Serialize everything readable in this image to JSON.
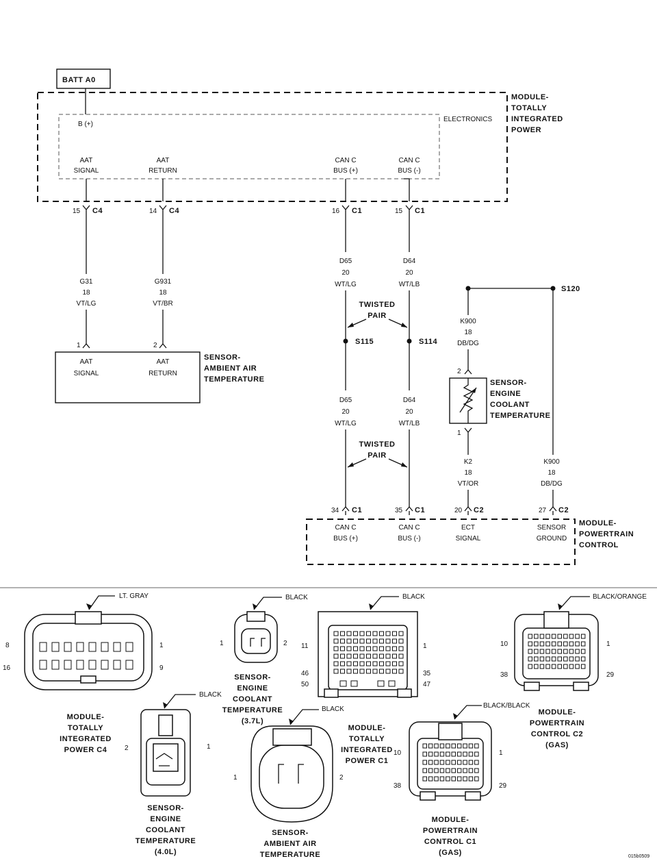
{
  "power_source": "BATT A0",
  "modules": {
    "tipm": {
      "name": [
        "MODULE-",
        "TOTALLY",
        "INTEGRATED",
        "POWER"
      ],
      "sub_label": "ELECTRONICS"
    },
    "pcm": {
      "name": [
        "MODULE-",
        "POWERTRAIN",
        "CONTROL"
      ]
    }
  },
  "sensors": {
    "aat": {
      "name": [
        "SENSOR-",
        "AMBIENT AIR",
        "TEMPERATURE"
      ]
    },
    "ect": {
      "name": [
        "SENSOR-",
        "ENGINE",
        "COOLANT",
        "TEMPERATURE"
      ]
    }
  },
  "terminals": {
    "batt": "B (+)",
    "tipm_aat_signal": [
      "AAT",
      "SIGNAL"
    ],
    "tipm_aat_return": [
      "AAT",
      "RETURN"
    ],
    "tipm_can_plus": [
      "CAN C",
      "BUS (+)"
    ],
    "tipm_can_minus": [
      "CAN C",
      "BUS (-)"
    ],
    "aat_signal": [
      "AAT",
      "SIGNAL"
    ],
    "aat_return": [
      "AAT",
      "RETURN"
    ],
    "pcm_can_plus": [
      "CAN C",
      "BUS (+)"
    ],
    "pcm_can_minus": [
      "CAN C",
      "BUS (-)"
    ],
    "pcm_ect_signal": [
      "ECT",
      "SIGNAL"
    ],
    "pcm_sensor_ground": [
      "SENSOR",
      "GROUND"
    ]
  },
  "connector_pins": {
    "c4_15": {
      "pin": "15",
      "conn": "C4"
    },
    "c4_14": {
      "pin": "14",
      "conn": "C4"
    },
    "c1_16": {
      "pin": "16",
      "conn": "C1"
    },
    "c1_15": {
      "pin": "15",
      "conn": "C1"
    },
    "aat_1": {
      "pin": "1"
    },
    "aat_2": {
      "pin": "2"
    },
    "ect_2": {
      "pin": "2"
    },
    "ect_1": {
      "pin": "1"
    },
    "pcm_c1_34": {
      "pin": "34",
      "conn": "C1"
    },
    "pcm_c1_35": {
      "pin": "35",
      "conn": "C1"
    },
    "pcm_c2_20": {
      "pin": "20",
      "conn": "C2"
    },
    "pcm_c2_27": {
      "pin": "27",
      "conn": "C2"
    }
  },
  "wires": {
    "g31": [
      "G31",
      "18",
      "VT/LG"
    ],
    "g931": [
      "G931",
      "18",
      "VT/BR"
    ],
    "d65_top": [
      "D65",
      "20",
      "WT/LG"
    ],
    "d64_top": [
      "D64",
      "20",
      "WT/LB"
    ],
    "d65_bot": [
      "D65",
      "20",
      "WT/LG"
    ],
    "d64_bot": [
      "D64",
      "20",
      "WT/LB"
    ],
    "k900_top": [
      "K900",
      "18",
      "DB/DG"
    ],
    "k2": [
      "K2",
      "18",
      "VT/OR"
    ],
    "k900_right": [
      "K900",
      "18",
      "DB/DG"
    ]
  },
  "twisted_pair": [
    "TWISTED",
    "PAIR"
  ],
  "splices": {
    "s115": "S115",
    "s114": "S114",
    "s120": "S120"
  },
  "connector_views": {
    "tipm_c4": {
      "color": "LT. GRAY",
      "pins": [
        "8",
        "1",
        "16",
        "9"
      ],
      "name": [
        "MODULE-",
        "TOTALLY",
        "INTEGRATED",
        "POWER C4"
      ]
    },
    "ect_37": {
      "color": "BLACK",
      "pins": [
        "1",
        "2"
      ],
      "name": [
        "SENSOR-",
        "ENGINE",
        "COOLANT",
        "TEMPERATURE",
        "(3.7L)"
      ]
    },
    "tipm_c1": {
      "color": "BLACK",
      "pins": [
        "11",
        "1",
        "46",
        "35",
        "50",
        "47"
      ],
      "name": [
        "MODULE-",
        "TOTALLY",
        "INTEGRATED",
        "POWER C1"
      ]
    },
    "pcm_c2": {
      "color": "BLACK/ORANGE",
      "pins": [
        "10",
        "1",
        "38",
        "29"
      ],
      "name": [
        "MODULE-",
        "POWERTRAIN",
        "CONTROL C2",
        "(GAS)"
      ]
    },
    "ect_40": {
      "color": "BLACK",
      "pins": [
        "2",
        "1"
      ],
      "name": [
        "SENSOR-",
        "ENGINE",
        "COOLANT",
        "TEMPERATURE",
        "(4.0L)"
      ]
    },
    "aat_view": {
      "color": "BLACK",
      "pins": [
        "1",
        "2"
      ],
      "name": [
        "SENSOR-",
        "AMBIENT AIR",
        "TEMPERATURE"
      ]
    },
    "pcm_c1": {
      "color": "BLACK/BLACK",
      "pins": [
        "10",
        "1",
        "38",
        "29"
      ],
      "name": [
        "MODULE-",
        "POWERTRAIN",
        "CONTROL C1",
        "(GAS)"
      ]
    }
  },
  "figure_id": "015b0509"
}
